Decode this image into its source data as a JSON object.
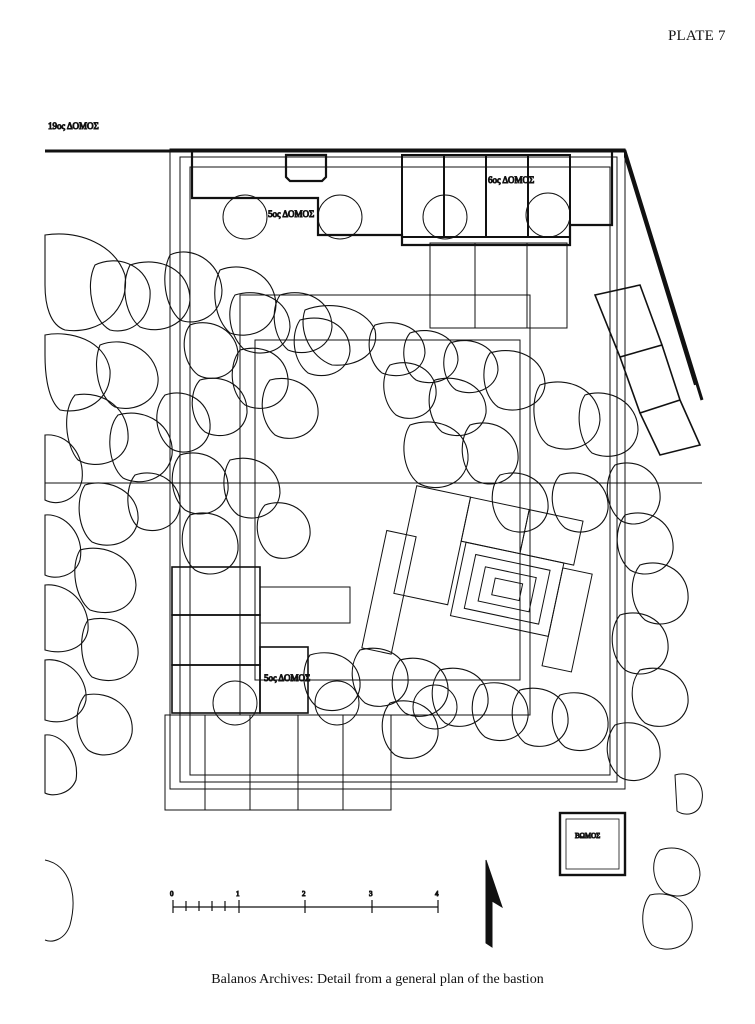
{
  "plate_label": "PLATE 7",
  "caption": "Balanos Archives: Detail from a general plan of the bastion",
  "plan_labels": {
    "course_19": "19ος ΔΟΜΟΣ",
    "course_6": "6ος ΔΟΜΟΣ",
    "course_5_top": "5ος ΔΟΜΟΣ",
    "course_5_bottom": "5ος ΔΟΜΟΣ",
    "bomos": "ΒΩΜΟΣ"
  },
  "scale_bar": {
    "ticks": [
      "0",
      "1",
      "2",
      "3",
      "4"
    ]
  },
  "icons": {
    "north_arrow": "north-arrow-icon"
  }
}
